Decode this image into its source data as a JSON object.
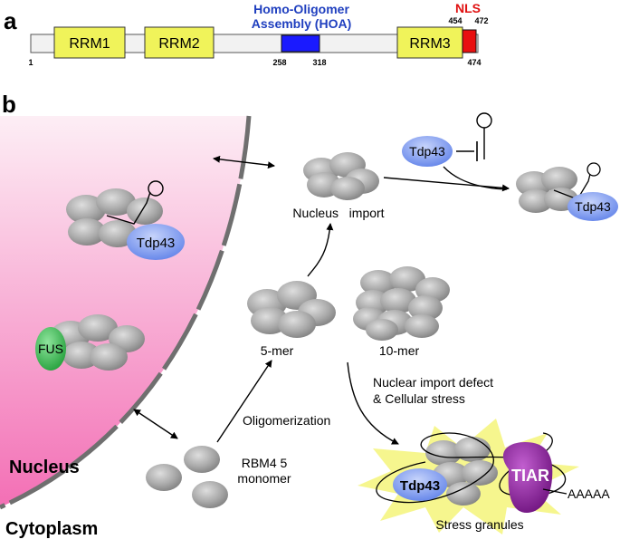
{
  "panel_a": {
    "letter": "a",
    "domains": [
      "RRM1",
      "RRM2",
      "RRM3"
    ],
    "hoa_title_line1": "Homo-Oligomer",
    "hoa_title_line2": "Assembly  (HOA)",
    "nls_label": "NLS",
    "positions": {
      "start": "1",
      "hoa_start": "258",
      "hoa_end": "318",
      "nls_start": "454",
      "nls_end": "472",
      "end": "474"
    },
    "colors": {
      "domain": "#f0f35a",
      "hoa": "#1a1aff",
      "nls": "#e81010",
      "backbone": "#f4f4f4",
      "hoa_text": "#1f3fbf",
      "nls_text": "#e01010"
    }
  },
  "panel_b": {
    "letter": "b",
    "compartments": {
      "nucleus": "Nucleus",
      "cytoplasm": "Cytoplasm"
    },
    "proteins": {
      "tdp43": "Tdp43",
      "fus": "FUS",
      "tiar": "TIAR"
    },
    "labels": {
      "nucleus_import": "Nucleus   import",
      "pentamer": "5-mer",
      "decamer": "10-mer",
      "oligomerization": "Oligomerization",
      "monomer_line1": "RBM4 5",
      "monomer_line2": "monomer",
      "defect_line1": "Nuclear import defect",
      "defect_line2": "& Cellular stress",
      "polya": "AAAAA",
      "stress_granules": "Stress granules"
    },
    "colors": {
      "nucleus_top": "#fde9f2",
      "nucleus_bottom": "#f36fb5",
      "tdp43": "#7f9cf0",
      "fus": "#2fba4a",
      "tiar": "#8a1f9a",
      "granule": "#f5f57a",
      "subunit": "#a9a9a9"
    }
  }
}
